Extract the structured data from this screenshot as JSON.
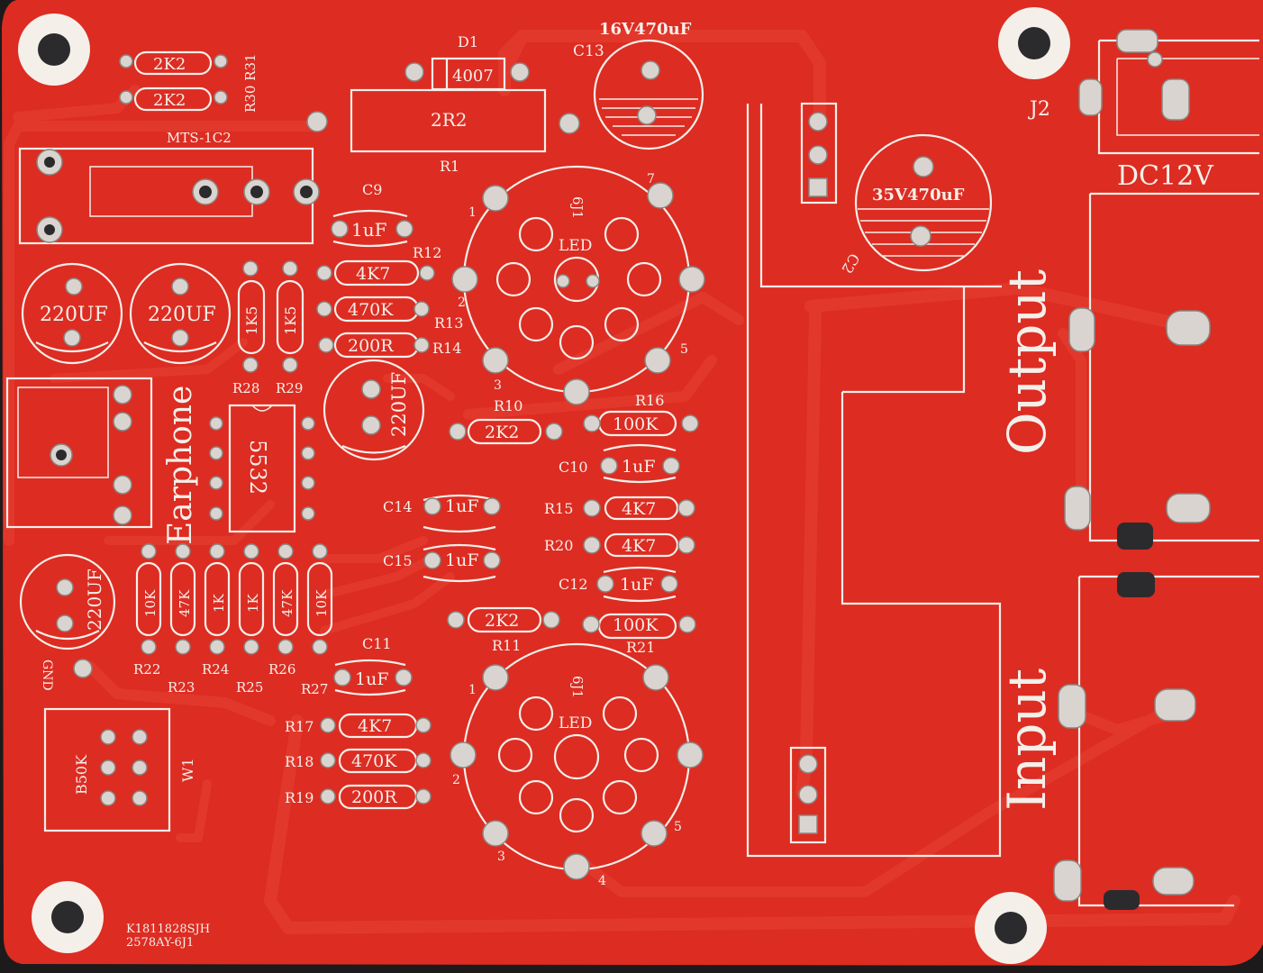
{
  "colors": {
    "board": "#dd2c22",
    "trace": "#ea3d30",
    "silkscreen": "#f4efe9",
    "pad": "#d9d4cf",
    "background": "#1d1a1b"
  },
  "board_text": {
    "mts": "MTS-1C2",
    "d1_ref": "D1",
    "d1_value": "4007",
    "r1_value": "2R2",
    "r1_ref": "R1",
    "c13_ref": "C13",
    "c13_value": "16V470uF",
    "j2_ref": "J2",
    "dc": "DC12V",
    "c2_value": "35V470uF",
    "c2_ref": "C2",
    "r30_r31": "R30 R31",
    "r30_value": "2K2",
    "r31_value": "2K2",
    "c9_ref": "C9",
    "c9_value": "1uF",
    "r12_ref": "R12",
    "r12_value": "4K7",
    "r13_ref": "R13",
    "r13_value": "470K",
    "r14_ref": "R14",
    "r14_value": "200R",
    "cap_220uf_a": "220UF",
    "cap_220uf_b": "220UF",
    "cap_220uf_c": "220UF",
    "cap_220uf_d": "220UF",
    "r28_value": "1K5",
    "r29_value": "1K5",
    "r28_ref": "R28",
    "r29_ref": "R29",
    "ic_value": "5532",
    "earphone": "Earphone",
    "tube_top": "6J1",
    "tube_bottom": "6J1",
    "led_top": "LED",
    "led_bottom": "LED",
    "r10_ref": "R10",
    "r10_value": "2K2",
    "r16_ref": "R16",
    "r16_value": "100K",
    "c10_ref": "C10",
    "c10_value": "1uF",
    "c14_ref": "C14",
    "c14_value": "1uF",
    "c15_ref": "C15",
    "c15_value": "1uF",
    "r15_ref": "R15",
    "r15_value": "4K7",
    "r20_ref": "R20",
    "r20_value": "4K7",
    "c12_ref": "C12",
    "c12_value": "1uF",
    "r11_ref": "R11",
    "r11_value": "2K2",
    "r21_ref": "R21",
    "r21_value": "100K",
    "res_values": [
      "10K",
      "47K",
      "1K",
      "1K",
      "47K",
      "10K"
    ],
    "r22_ref": "R22",
    "r23_ref": "R23",
    "r24_ref": "R24",
    "r25_ref": "R25",
    "r26_ref": "R26",
    "r27_ref": "R27",
    "gnd": "GND",
    "c11_ref": "C11",
    "c11_value": "1uF",
    "r17_ref": "R17",
    "r17_value": "4K7",
    "r18_ref": "R18",
    "r18_value": "470K",
    "r19_ref": "R19",
    "r19_value": "200R",
    "pot_value": "B50K",
    "pot_ref": "W1",
    "output": "Output",
    "input": "Input",
    "pin1": "1",
    "pin2": "2",
    "pin3": "3",
    "pin4": "4",
    "pin5": "5",
    "pin7": "7",
    "code_line1": "K1811828SJH",
    "code_line2": "2578AY-6J1"
  }
}
